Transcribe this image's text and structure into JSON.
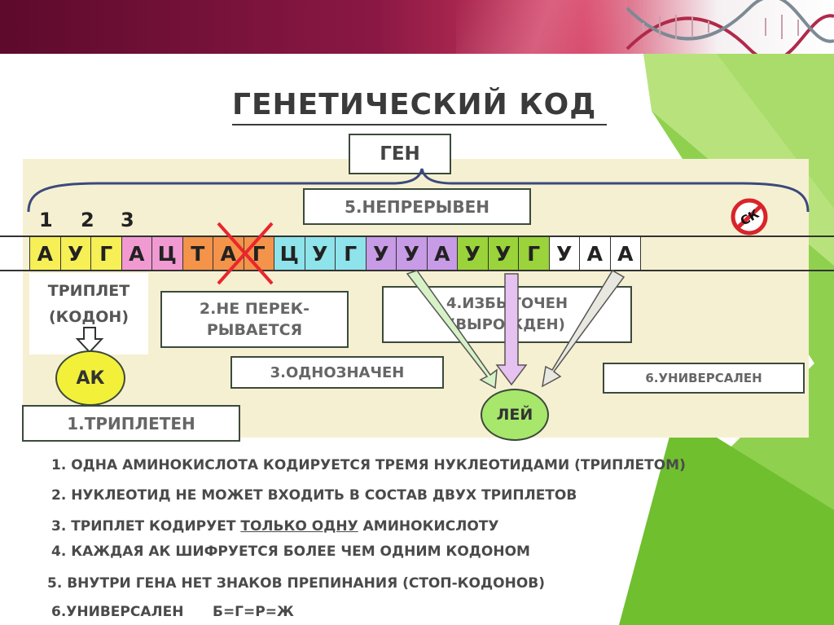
{
  "title": "ГЕНЕТИЧЕСКИЙ КОД",
  "gene_label": "ГЕН",
  "properties": {
    "continuous": "5.НЕПРЕРЫВЕН",
    "non_overlapping": "2.НЕ ПЕРЕК-\nРЫВАЕТСЯ",
    "unambiguous": "3.ОДНОЗНАЧЕН",
    "redundant": "4.ИЗБЫТОЧЕН\n(ВЫРОЖДЕН)",
    "universal": "6.УНИВЕРСАЛЕН",
    "triplet": "1.ТРИПЛЕТЕН"
  },
  "triplet_label": "ТРИПЛЕТ\n(КОДОН)",
  "amino_acid": "АК",
  "leucine": "ЛЕЙ",
  "stop_codon_label": "СК",
  "position_numbers": [
    "1",
    "2",
    "3"
  ],
  "sequence": [
    {
      "letter": "А",
      "color": "#f6ef56"
    },
    {
      "letter": "У",
      "color": "#f6ef56"
    },
    {
      "letter": "Г",
      "color": "#f6ef56"
    },
    {
      "letter": "А",
      "color": "#f19ad2"
    },
    {
      "letter": "Ц",
      "color": "#f19ad2"
    },
    {
      "letter": "Т",
      "color": "#f4934a"
    },
    {
      "letter": "А",
      "color": "#f4934a"
    },
    {
      "letter": "Г",
      "color": "#f4934a"
    },
    {
      "letter": "Ц",
      "color": "#8fe3ea"
    },
    {
      "letter": "У",
      "color": "#8fe3ea"
    },
    {
      "letter": "Г",
      "color": "#8fe3ea"
    },
    {
      "letter": "У",
      "color": "#c79be6"
    },
    {
      "letter": "У",
      "color": "#c79be6"
    },
    {
      "letter": "А",
      "color": "#c79be6"
    },
    {
      "letter": "У",
      "color": "#9ad33a"
    },
    {
      "letter": "У",
      "color": "#9ad33a"
    },
    {
      "letter": "Г",
      "color": "#9ad33a"
    },
    {
      "letter": "У",
      "color": "#ffffff"
    },
    {
      "letter": "А",
      "color": "#ffffff"
    },
    {
      "letter": "А",
      "color": "#ffffff"
    }
  ],
  "list": [
    {
      "before": "1. ОДНА АМИНОКИСЛОТА КОДИРУЕТСЯ ТРЕМЯ НУКЛЕОТИДАМИ  (ТРИПЛЕТОМ)",
      "underlined": "",
      "after": ""
    },
    {
      "before": "2. НУКЛЕОТИД НЕ МОЖЕТ ВХОДИТЬ В СОСТАВ ДВУХ ТРИПЛЕТОВ",
      "underlined": "",
      "after": ""
    },
    {
      "before": "3. ТРИПЛЕТ КОДИРУЕТ ",
      "underlined": "ТОЛЬКО ОДНУ",
      "after": " АМИНОКИСЛОТУ"
    },
    {
      "before": "4. КАЖДАЯ АК ШИФРУЕТСЯ БОЛЕЕ ЧЕМ ОДНИМ КОДОНОМ",
      "underlined": "",
      "after": ""
    },
    {
      "before": "5. ВНУТРИ ГЕНА НЕТ ЗНАКОВ ПРЕПИНАНИЯ (СТОП-КОДОНОВ)",
      "underlined": "",
      "after": ""
    },
    {
      "before": "6.УНИВЕРСАЛЕН      Б=Г=Р=Ж",
      "underlined": "",
      "after": ""
    }
  ],
  "colors": {
    "banner": "#8a1844",
    "green": "#8fd14f",
    "panel": "#f6f0d2"
  }
}
